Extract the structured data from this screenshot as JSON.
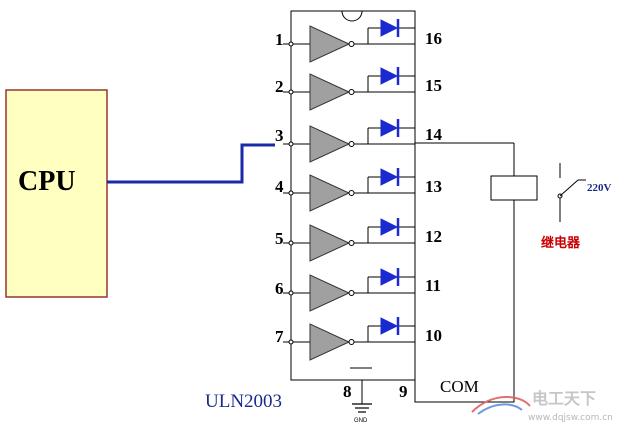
{
  "cpu": {
    "label": "CPU"
  },
  "chip": {
    "name": "ULN2003"
  },
  "pins": {
    "left": [
      "1",
      "2",
      "3",
      "4",
      "5",
      "6",
      "7"
    ],
    "right": [
      "16",
      "15",
      "14",
      "13",
      "12",
      "11",
      "10"
    ],
    "bottom_gnd": "8",
    "bottom_com": "9"
  },
  "com": {
    "label": "COM"
  },
  "gnd": {
    "label": "GND"
  },
  "relay": {
    "label": "继电器",
    "voltage": "220V"
  },
  "watermark": {
    "text": "www.dqjsw.com.cn",
    "cn": "电工天下"
  },
  "colors": {
    "cpu_fill": "#ffffc0",
    "cpu_border": "#993333",
    "signal_wire": "#1a2aa8",
    "diode": "#1a2ad0",
    "buffer_fill": "#a0a0a0",
    "relay_text": "#cc0000"
  }
}
